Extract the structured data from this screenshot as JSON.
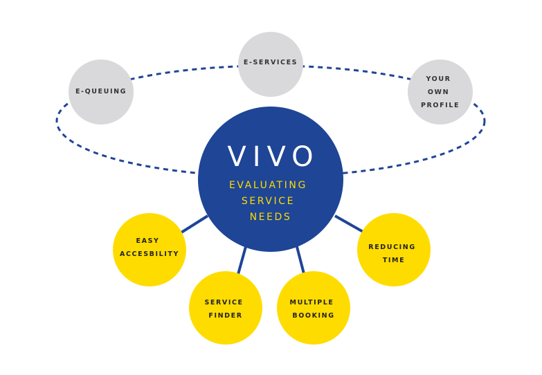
{
  "colors": {
    "primary_blue": "#1e4596",
    "accent_yellow": "#ffdc00",
    "orbit_grey": "#d9d9db",
    "subtitle_yellow": "#ffdc00"
  },
  "center": {
    "title": "VIVO",
    "subtitle_lines": [
      "EVALUATING",
      "SERVICE",
      "NEEDS"
    ]
  },
  "orbit_services": [
    {
      "lines": [
        "E-QUEUING"
      ]
    },
    {
      "lines": [
        "E-SERVICES"
      ]
    },
    {
      "lines": [
        "YOUR",
        "OWN",
        "PROFILE"
      ]
    }
  ],
  "benefits": [
    {
      "lines": [
        "EASY",
        "ACCESBILITY"
      ]
    },
    {
      "lines": [
        "SERVICE",
        "FINDER"
      ]
    },
    {
      "lines": [
        "MULTIPLE",
        "BOOKING"
      ]
    },
    {
      "lines": [
        "REDUCING",
        "TIME"
      ]
    }
  ]
}
